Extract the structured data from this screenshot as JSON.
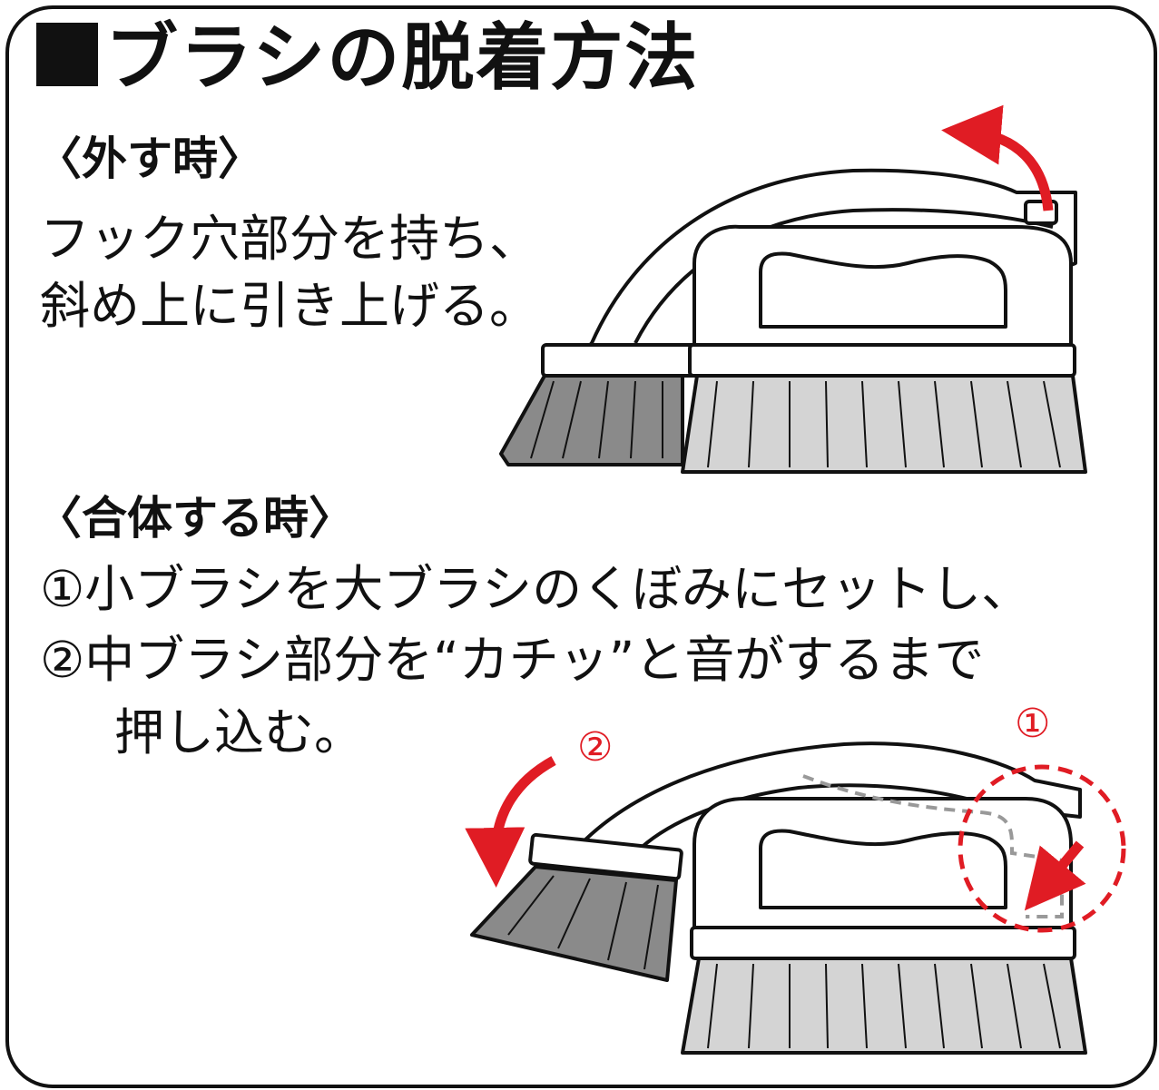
{
  "title": "ブラシの脱着方法",
  "remove": {
    "heading": "〈外す時〉",
    "lines": [
      "フック穴部分を持ち、",
      "斜め上に引き上げる。"
    ]
  },
  "attach": {
    "heading": "〈合体する時〉",
    "lines": [
      "①小ブラシを大ブラシのくぼみにセットし、",
      "②中ブラシ部分を“カチッ”と音がするまで",
      "押し込む。"
    ],
    "step_labels": [
      "①",
      "②"
    ]
  },
  "colors": {
    "accent_red": "#e01c24",
    "bristle_dark": "#8a8a8a",
    "bristle_light": "#d4d4d4",
    "outline": "#111111"
  }
}
